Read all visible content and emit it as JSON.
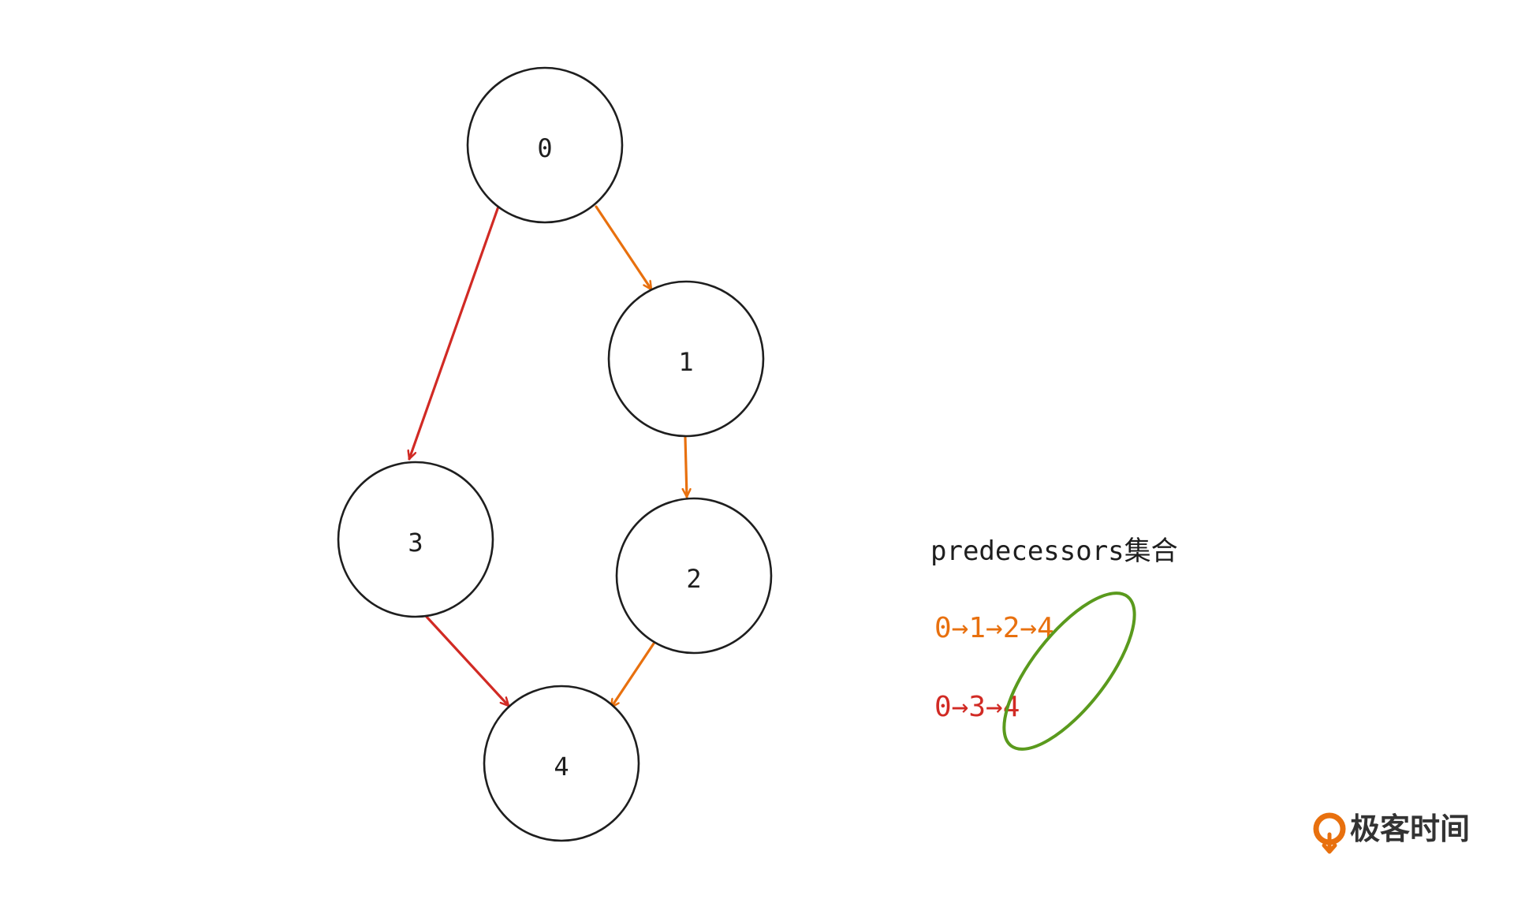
{
  "colors": {
    "node_stroke": "#1e1e1e",
    "path_orange": "#e8700e",
    "path_red": "#d12a24",
    "highlight_green": "#5a9a1d",
    "logo_orange": "#e8700e"
  },
  "graph": {
    "nodes": [
      {
        "id": "0",
        "label": "0"
      },
      {
        "id": "1",
        "label": "1"
      },
      {
        "id": "2",
        "label": "2"
      },
      {
        "id": "3",
        "label": "3"
      },
      {
        "id": "4",
        "label": "4"
      }
    ],
    "edges": [
      {
        "from": "0",
        "to": "1",
        "color": "orange"
      },
      {
        "from": "1",
        "to": "2",
        "color": "orange"
      },
      {
        "from": "2",
        "to": "4",
        "color": "orange"
      },
      {
        "from": "0",
        "to": "3",
        "color": "red"
      },
      {
        "from": "3",
        "to": "4",
        "color": "red"
      }
    ]
  },
  "predecessors": {
    "title": "predecessors集合",
    "path_orange": "0→1→2→4",
    "path_red": "0→3→4"
  },
  "brand": {
    "logo_text": "极客时间",
    "icon": "geektime-logo-icon"
  }
}
